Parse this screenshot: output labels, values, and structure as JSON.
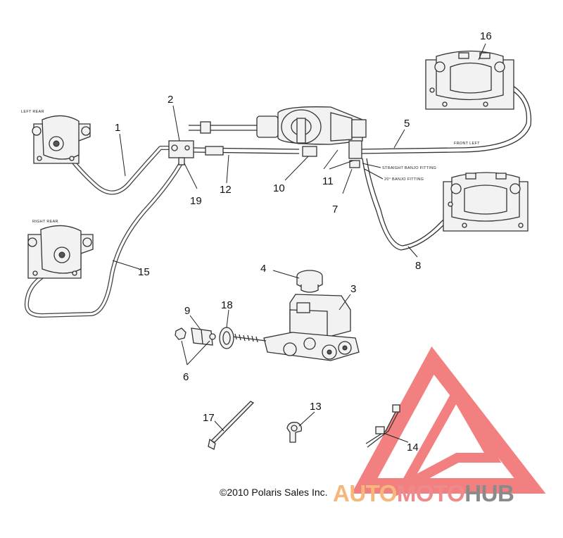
{
  "callouts": {
    "c1": "1",
    "c2": "2",
    "c3": "3",
    "c4": "4",
    "c5": "5",
    "c6": "6",
    "c7": "7",
    "c8": "8",
    "c9": "9",
    "c10": "10",
    "c11": "11",
    "c12": "12",
    "c13": "13",
    "c14": "14",
    "c15": "15",
    "c16": "16",
    "c17": "17",
    "c18": "18",
    "c19": "19"
  },
  "labels": {
    "left_rear": "LEFT REAR",
    "right_rear": "RIGHT REAR",
    "front_left": "FRONT LEFT",
    "straight_banjo": "STRAIGHT BANJO FITTING",
    "banjo_20": "20° BANJO FITTING"
  },
  "copyright": "©2010 Polaris Sales Inc.",
  "watermark": {
    "part1": "AUTO",
    "part2": "MOTO",
    "part3": "HUB",
    "colors": {
      "auto": "#f5b77a",
      "moto": "#f08a8a",
      "hub": "#8a8a8a",
      "logo": "#f26a6a"
    }
  }
}
